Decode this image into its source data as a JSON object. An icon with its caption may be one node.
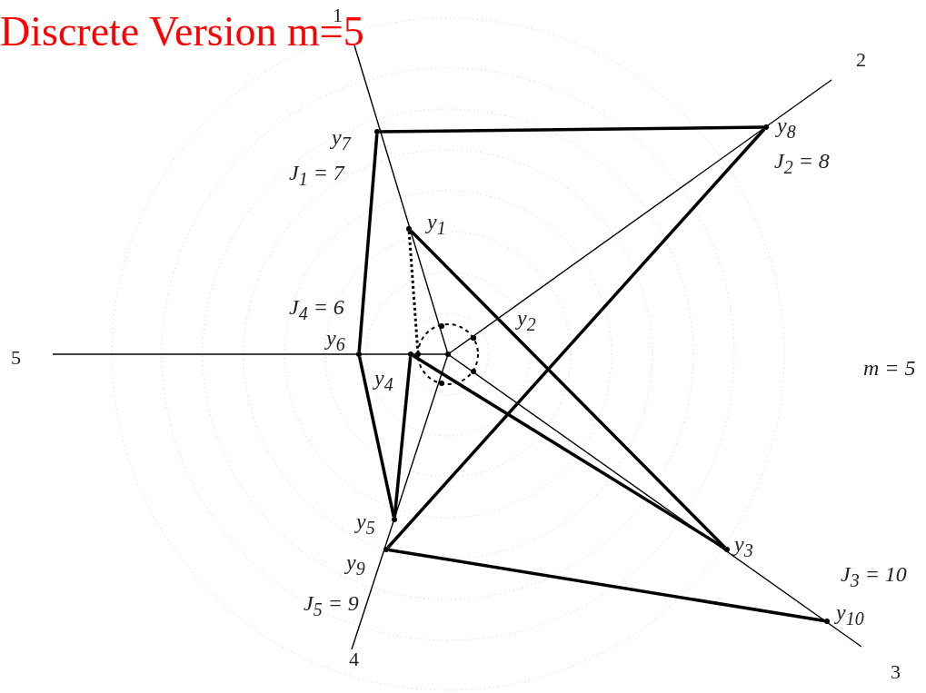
{
  "diagram": {
    "title": "Discrete Version m=5",
    "nodes": [
      {
        "text": [
          "y$_{1}$"
        ]
      },
      {
        "text": [
          "y$_{2}$"
        ]
      },
      {
        "text": [
          "y$_{3}$"
        ]
      },
      {
        "text": [
          "y$_{4}$"
        ]
      },
      {
        "text": [
          "y$_{5}$"
        ]
      },
      {
        "text": [
          "y$_{6}$"
        ]
      },
      {
        "text": [
          "y$_{7}$"
        ]
      },
      {
        "text": [
          "y$_{8}$"
        ]
      },
      {
        "text": [
          "y$_{9}$"
        ]
      },
      {
        "text": [
          "y$_{10}$"
        ]
      },
      {
        "text": [],
        "shape": "circle"
      }
    ],
    "edges": [
      {
        "from": 6,
        "to": 7,
        "arrow": "none"
      },
      {
        "from": 7,
        "to": 8,
        "arrow": "none"
      },
      {
        "from": 8,
        "to": 9,
        "arrow": "none"
      },
      {
        "from": 6,
        "to": 5,
        "arrow": "none"
      },
      {
        "from": 5,
        "to": 4,
        "arrow": "none"
      },
      {
        "from": 4,
        "to": 3,
        "arrow": "none"
      },
      {
        "from": 3,
        "to": 2,
        "arrow": "none"
      },
      {
        "from": 2,
        "to": 0,
        "arrow": "none"
      },
      {
        "from": 0,
        "to": 10,
        "arrow": "none",
        "style": "dashed"
      }
    ],
    "labels": [
      "1",
      "2",
      "J$_{1}$ = 7",
      "J$_{2}$ = 8",
      "J$_{4}$ = 6",
      "5",
      "m = 5",
      "J$_{3}$ = 10",
      "J$_{5}$ = 9",
      "4",
      "3"
    ]
  }
}
